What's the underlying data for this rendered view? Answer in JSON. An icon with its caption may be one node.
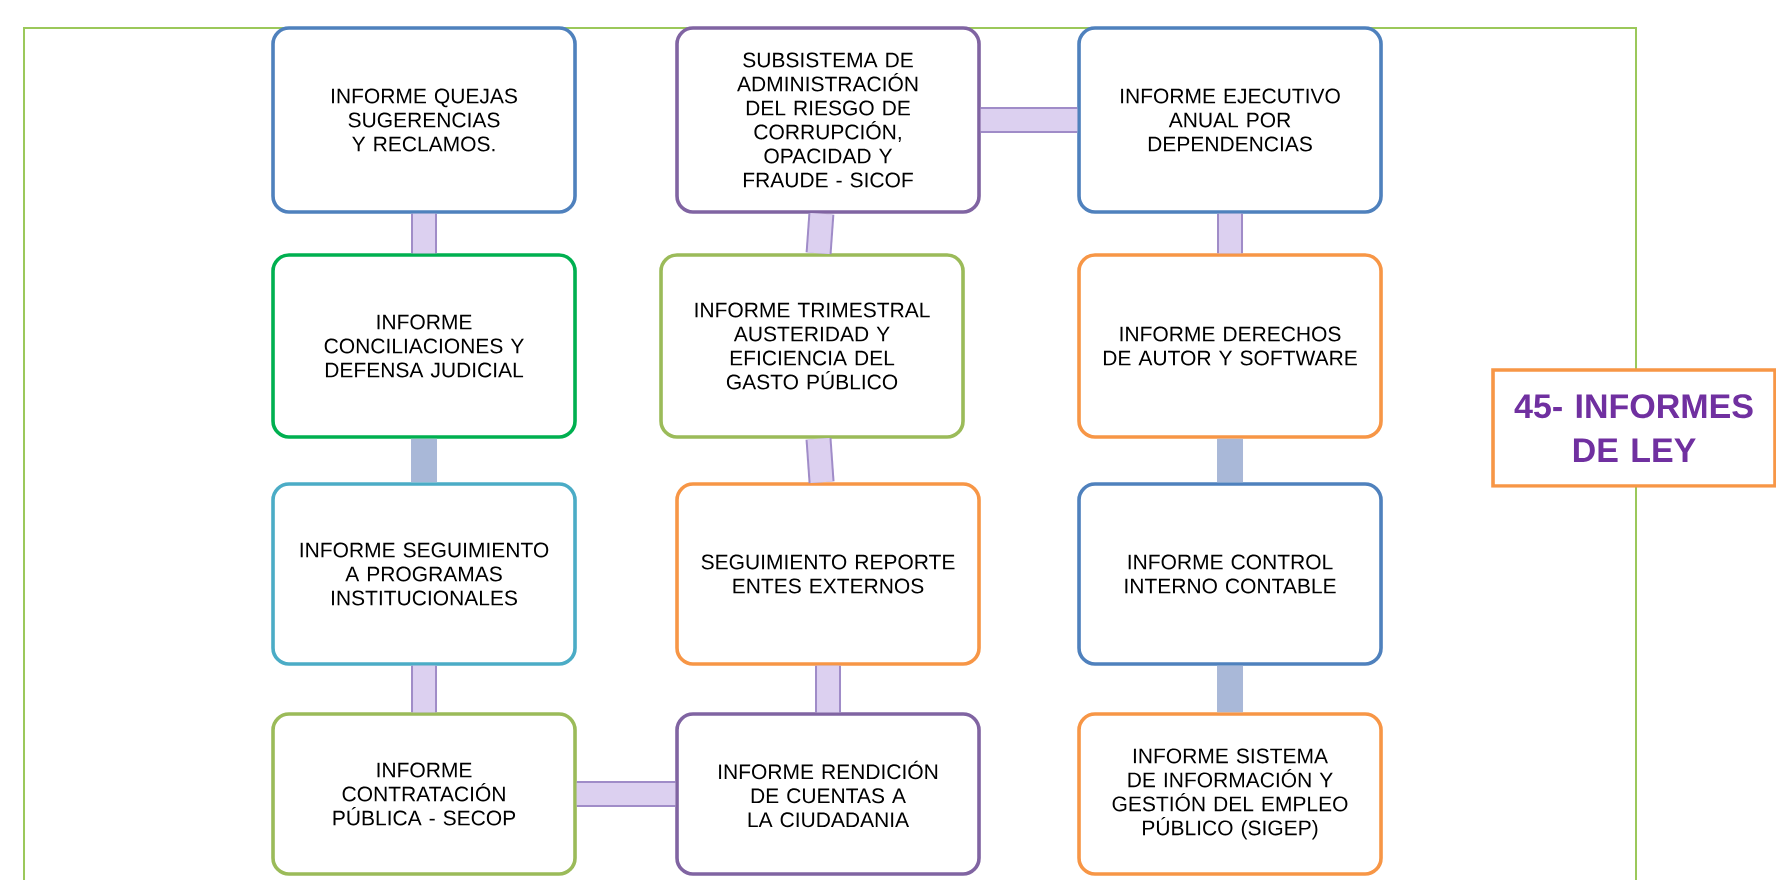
{
  "diagram": {
    "nodes": [
      {
        "text": [
          "INFORME QUEJAS SUGERENCIAS Y RECLAMOS."
        ]
      },
      {
        "text": [
          "SUBSISTEMA DE ADMINISTRACIÓN DEL RIESGO DE CORRUPCIÓN, OPACIDAD Y FRAUDE - SICOF"
        ]
      },
      {
        "text": [
          "INFORME EJECUTIVO ANUAL POR DEPENDENCIAS"
        ]
      },
      {
        "text": [
          "INFORME CONCILIACIONES Y DEFENSA JUDICIAL"
        ]
      },
      {
        "text": [
          "INFORME TRIMESTRAL AUSTERIDAD Y EFICIENCIA DEL GASTO PÚBLICO"
        ]
      },
      {
        "text": [
          "INFORME DERECHOS DE AUTOR Y SOFTWARE"
        ]
      },
      {
        "text": [
          "INFORME SEGUIMIENTO A PROGRAMAS INSTITUCIONALES"
        ]
      },
      {
        "text": [
          "SEGUIMIENTO REPORTE ENTES EXTERNOS"
        ]
      },
      {
        "text": [
          "INFORME CONTROL INTERNO CONTABLE"
        ]
      },
      {
        "text": [
          "INFORME CONTRATACIÓN PÚBLICA - SECOP"
        ]
      },
      {
        "text": [
          "INFORME RENDICIÓN DE CUENTAS A LA CIUDADANIA"
        ]
      },
      {
        "text": [
          "INFORME SISTEMA DE INFORMACIÓN Y GESTIÓN DEL EMPLEO PÚBLICO (SIGEP)"
        ]
      },
      {
        "text": [
          "45- INFORMES DE LEY"
        ]
      }
    ],
    "edges": [
      {
        "from": 0,
        "to": 3,
        "arrow": "none"
      },
      {
        "from": 3,
        "to": 6,
        "arrow": "none",
        "color": "#a9b8d8"
      },
      {
        "from": 6,
        "to": 9,
        "arrow": "none"
      },
      {
        "from": 9,
        "to": 10,
        "arrow": "none"
      },
      {
        "from": 10,
        "to": 7,
        "arrow": "none"
      },
      {
        "from": 7,
        "to": 4,
        "arrow": "none"
      },
      {
        "from": 4,
        "to": 1,
        "arrow": "none"
      },
      {
        "from": 1,
        "to": 2,
        "arrow": "none"
      },
      {
        "from": 2,
        "to": 5,
        "arrow": "none"
      },
      {
        "from": 5,
        "to": 8,
        "arrow": "none",
        "color": "#a9b8d8"
      },
      {
        "from": 8,
        "to": 11,
        "arrow": "none",
        "color": "#a9b8d8"
      }
    ]
  }
}
